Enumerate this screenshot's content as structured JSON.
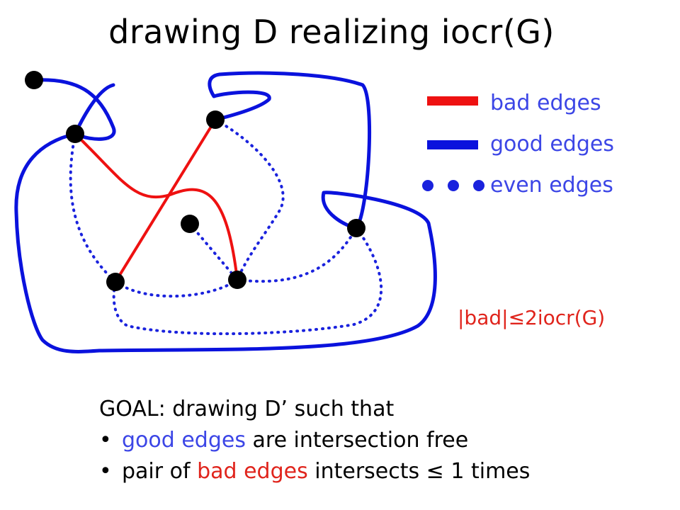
{
  "title": "drawing D realizing iocr(G)",
  "legend": {
    "bad": "bad edges",
    "good": "good edges",
    "even": "even edges"
  },
  "bound": "|bad|≤2iocr(G)",
  "goal": {
    "heading": "GOAL: drawing D’ such that",
    "bullet": "•",
    "line1_highlight": "good edges",
    "line1_rest": " are intersection free",
    "line2_prefix": "pair of ",
    "line2_highlight": "bad edges",
    "line2_rest": " intersects ≤ 1 times"
  },
  "colors": {
    "bad": "#ee1111",
    "good": "#0a12dd",
    "even": "#1a22dd",
    "vertex": "#000000"
  }
}
